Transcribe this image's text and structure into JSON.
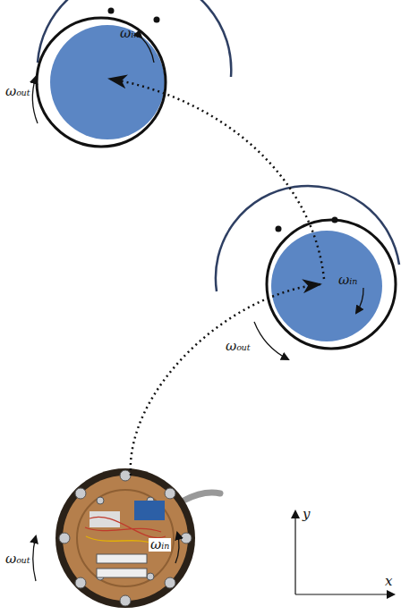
{
  "diagram": {
    "labels": [
      "ωᵢₙ",
      "ωₒᵤₜ",
      "ωᵢₙ",
      "ωₒᵤₜ",
      "ωᵢₙ",
      "ωₒᵤₜ",
      "y",
      "x"
    ]
  }
}
